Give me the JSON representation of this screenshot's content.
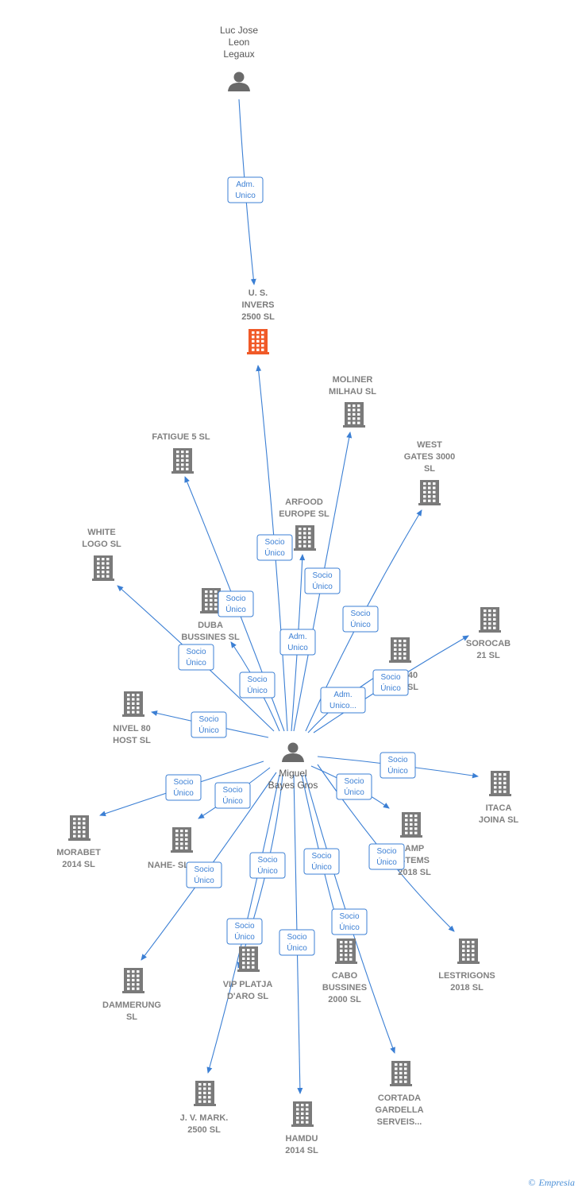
{
  "colors": {
    "edge": "#3b7fd4",
    "company": "#7a7a7a",
    "focus": "#f05a28",
    "person": "#6a6a6a"
  },
  "people": [
    {
      "id": "luc",
      "lines": [
        "Luc Jose",
        "Leon",
        "Legaux"
      ]
    },
    {
      "id": "miguel",
      "lines": [
        "Miguel",
        "Bayes Gros"
      ]
    }
  ],
  "companies": [
    {
      "id": "usinvers",
      "focus": true,
      "lines": [
        "U.  S.",
        "INVERS",
        "2500  SL"
      ]
    },
    {
      "id": "moliner",
      "lines": [
        "MOLINER",
        "MILHAU SL"
      ]
    },
    {
      "id": "fatigue",
      "lines": [
        "FATIGUE 5 SL"
      ]
    },
    {
      "id": "westgates",
      "lines": [
        "WEST",
        "GATES 3000",
        "SL"
      ]
    },
    {
      "id": "arfood",
      "lines": [
        "ARFOOD",
        "EUROPE  SL"
      ]
    },
    {
      "id": "whitelogo",
      "lines": [
        "WHITE",
        "LOGO  SL"
      ]
    },
    {
      "id": "duba",
      "lines": [
        "DUBA",
        "BUSSINES  SL"
      ]
    },
    {
      "id": "sorocab",
      "lines": [
        "SOROCAB",
        "21  SL"
      ]
    },
    {
      "id": "c40",
      "lines": [
        "40",
        "SL"
      ]
    },
    {
      "id": "nivel80",
      "lines": [
        "NIVEL 80",
        "HOST  SL"
      ]
    },
    {
      "id": "itaca",
      "lines": [
        "ITACA",
        "JOINA  SL"
      ]
    },
    {
      "id": "morabet",
      "lines": [
        "MORABET",
        "2014  SL"
      ]
    },
    {
      "id": "nahe",
      "lines": [
        "NAHE-  SL"
      ]
    },
    {
      "id": "camp",
      "lines": [
        "AMP",
        "STEMS",
        "2018  SL"
      ]
    },
    {
      "id": "lestrigons",
      "lines": [
        "LESTRIGONS",
        "2018  SL"
      ]
    },
    {
      "id": "dammerung",
      "lines": [
        "DAMMERUNG",
        "SL"
      ]
    },
    {
      "id": "vip",
      "lines": [
        "VIP PLATJA",
        "D'ARO SL"
      ]
    },
    {
      "id": "cabo",
      "lines": [
        "CABO",
        "BUSSINES",
        "2000  SL"
      ]
    },
    {
      "id": "jvmark",
      "lines": [
        "J.  V. MARK.",
        "2500  SL"
      ]
    },
    {
      "id": "hamdu",
      "lines": [
        "HAMDU",
        "2014  SL"
      ]
    },
    {
      "id": "cortada",
      "lines": [
        "CORTADA",
        "GARDELLA",
        "SERVEIS..."
      ]
    }
  ],
  "edges": [
    {
      "from": "luc",
      "to": "usinvers",
      "lines": [
        "Adm.",
        "Unico"
      ]
    },
    {
      "from": "miguel",
      "to": "usinvers",
      "lines": [
        "Socio",
        "Único"
      ]
    },
    {
      "from": "miguel",
      "to": "moliner",
      "lines": [
        "Socio",
        "Único"
      ]
    },
    {
      "from": "miguel",
      "to": "fatigue",
      "lines": [
        "Socio",
        "Único"
      ]
    },
    {
      "from": "miguel",
      "to": "westgates",
      "lines": [
        "Socio",
        "Único"
      ]
    },
    {
      "from": "miguel",
      "to": "arfood",
      "lines": [
        "Adm.",
        "Unico"
      ]
    },
    {
      "from": "miguel",
      "to": "whitelogo",
      "lines": [
        "Socio",
        "Único"
      ]
    },
    {
      "from": "miguel",
      "to": "duba",
      "lines": [
        "Socio",
        "Único"
      ]
    },
    {
      "from": "miguel",
      "to": "sorocab",
      "lines": [
        "Socio",
        "Único"
      ]
    },
    {
      "from": "miguel",
      "to": "c40",
      "lines": [
        "Adm.",
        "Unico..."
      ]
    },
    {
      "from": "miguel",
      "to": "nivel80",
      "lines": [
        "Socio",
        "Único"
      ]
    },
    {
      "from": "miguel",
      "to": "itaca",
      "lines": [
        "Socio",
        "Único"
      ]
    },
    {
      "from": "miguel",
      "to": "morabet",
      "lines": [
        "Socio",
        "Único"
      ]
    },
    {
      "from": "miguel",
      "to": "nahe",
      "lines": [
        "Socio",
        "Único"
      ]
    },
    {
      "from": "miguel",
      "to": "camp",
      "lines": [
        "Socio",
        "Único"
      ]
    },
    {
      "from": "miguel",
      "to": "lestrigons",
      "lines": [
        "Socio",
        "Único"
      ]
    },
    {
      "from": "miguel",
      "to": "dammerung",
      "lines": [
        "Socio",
        "Único"
      ]
    },
    {
      "from": "miguel",
      "to": "vip",
      "lines": [
        "Socio",
        "Único"
      ]
    },
    {
      "from": "miguel",
      "to": "cabo",
      "lines": [
        "Socio",
        "Único"
      ]
    },
    {
      "from": "miguel",
      "to": "jvmark",
      "lines": [
        "Socio",
        "Único"
      ]
    },
    {
      "from": "miguel",
      "to": "hamdu",
      "lines": [
        "Socio",
        "Único"
      ]
    },
    {
      "from": "miguel",
      "to": "cortada",
      "lines": [
        "Socio",
        "Único"
      ]
    }
  ],
  "footer": {
    "copyright": "©",
    "brand": "Empresia"
  }
}
